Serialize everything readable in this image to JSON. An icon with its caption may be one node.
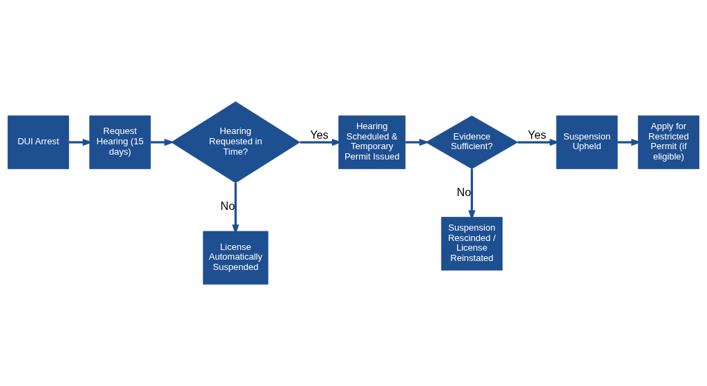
{
  "diagram": {
    "nodes": [
      {
        "text": [
          "DUI Arrest"
        ]
      },
      {
        "text": [
          "Request Hearing (15 days)"
        ]
      },
      {
        "text": [
          "Hearing Requested in Time?"
        ]
      },
      {
        "text": [
          "Hearing Scheduled & Temporary Permit Issued"
        ]
      },
      {
        "text": [
          "License Automatically Suspended"
        ]
      },
      {
        "text": [
          "Evidence Sufficient?"
        ]
      },
      {
        "text": [
          "Suspension Rescinded / License Reinstated"
        ]
      },
      {
        "text": [
          "Suspension Upheld"
        ]
      },
      {
        "text": [
          "Apply for Restricted Permit (if eligible)"
        ]
      }
    ],
    "edges": [
      {
        "from": 0,
        "to": 1,
        "arrow": "to"
      },
      {
        "from": 1,
        "to": 2,
        "arrow": "to"
      },
      {
        "from": 2,
        "to": 3,
        "arrow": "to",
        "label": "Yes"
      },
      {
        "from": 2,
        "to": 4,
        "arrow": "to",
        "label": "No"
      },
      {
        "from": 3,
        "to": 5,
        "arrow": "to"
      },
      {
        "from": 5,
        "to": 7,
        "arrow": "to",
        "label": "Yes"
      },
      {
        "from": 5,
        "to": 6,
        "arrow": "to",
        "label": "No"
      },
      {
        "from": 7,
        "to": 8,
        "arrow": "to"
      }
    ]
  }
}
